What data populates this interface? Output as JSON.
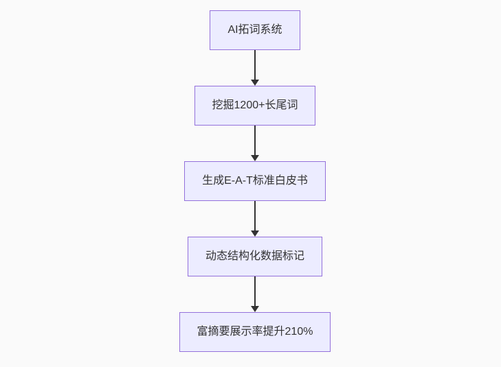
{
  "page": {
    "background": "#fafafa"
  },
  "diagram": {
    "type": "flowchart",
    "direction": "top-down",
    "nodes": [
      {
        "id": "node-1",
        "label": "AI拓词系统"
      },
      {
        "id": "node-2",
        "label": "挖掘1200+长尾词"
      },
      {
        "id": "node-3",
        "label": "生成E-A-T标准白皮书"
      },
      {
        "id": "node-4",
        "label": "动态结构化数据标记"
      },
      {
        "id": "node-5",
        "label": "富摘要展示率提升210%"
      }
    ],
    "edges": [
      {
        "from": "node-1",
        "to": "node-2"
      },
      {
        "from": "node-2",
        "to": "node-3"
      },
      {
        "from": "node-3",
        "to": "node-4"
      },
      {
        "from": "node-4",
        "to": "node-5"
      }
    ],
    "style": {
      "node_fill": "#ECECFF",
      "node_border": "#9370DB",
      "text_color": "#333333",
      "arrow_color": "#333333"
    }
  }
}
